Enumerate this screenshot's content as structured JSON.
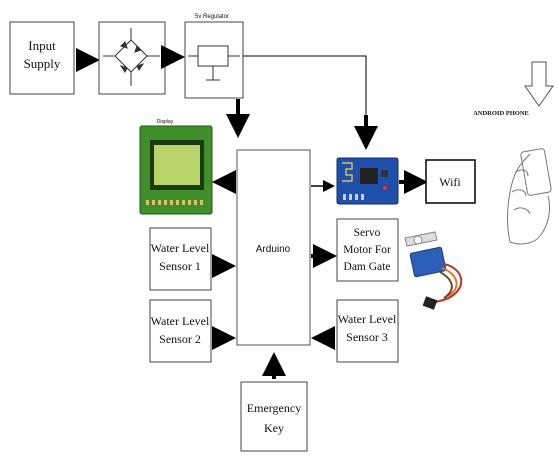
{
  "diagram": {
    "input_supply": [
      "Input",
      "Supply"
    ],
    "regulator_label": "5v Regulator",
    "display_label": "Display",
    "arduino_label": "Arduino",
    "wifi_label": "Wifi",
    "android_label": "ANDROID PHONE",
    "servo_label": [
      "Servo",
      "Motor For",
      "Dam Gate"
    ],
    "sensor1": [
      "Water Level",
      "Sensor 1"
    ],
    "sensor2": [
      "Water Level",
      "Sensor 2"
    ],
    "sensor3": [
      "Water Level",
      "Sensor 3"
    ],
    "emergency": [
      "Emergency",
      "Key"
    ]
  },
  "colors": {
    "lcd_board": "#3f8f2a",
    "lcd_screen": "#b7d36a",
    "esp_board": "#1f4fa8",
    "servo_body": "#2b5fb8",
    "servo_wire_red": "#c0302a"
  }
}
